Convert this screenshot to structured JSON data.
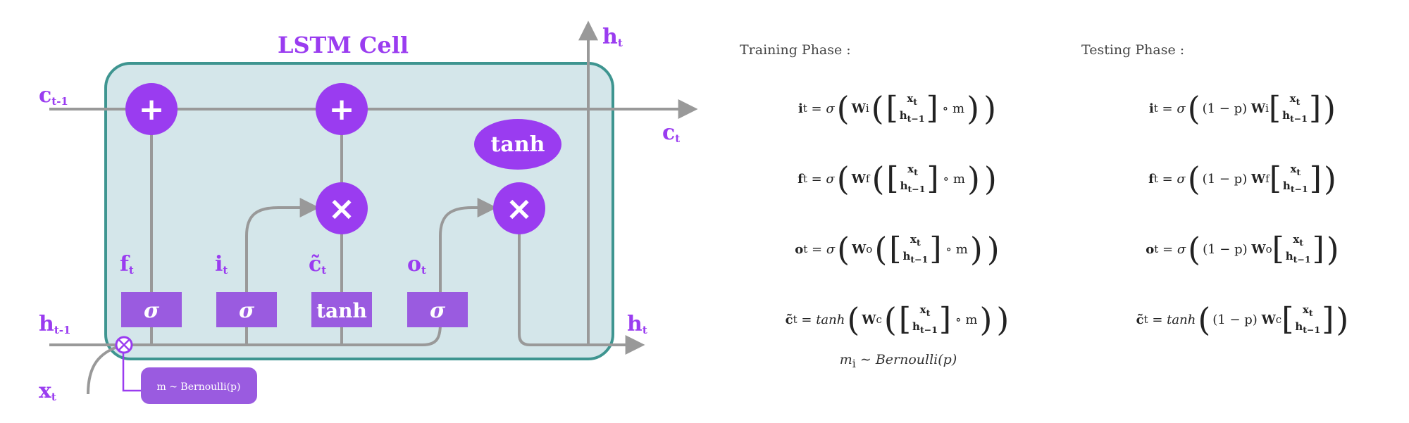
{
  "diagram": {
    "title": "LSTM Cell",
    "labels": {
      "c_prev": "c",
      "c_prev_sub": "t-1",
      "c_out": "c",
      "c_out_sub": "t",
      "h_top": "h",
      "h_top_sub": "t",
      "h_prev": "h",
      "h_prev_sub": "t-1",
      "h_out": "h",
      "h_out_sub": "t",
      "x": "x",
      "x_sub": "t",
      "f": "f",
      "f_sub": "t",
      "i": "i",
      "i_sub": "t",
      "c_tilde": "c̃",
      "c_tilde_sub": "t",
      "o": "o",
      "o_sub": "t"
    },
    "gates": [
      "σ",
      "σ",
      "tanh",
      "σ"
    ],
    "tanh_label": "tanh",
    "plus_symbol": "+",
    "times_symbol": "×",
    "mask_label": "m ~ Bernoulli(p)",
    "colors": {
      "cell_fill": "#d4e6ea",
      "cell_border": "#3e9590",
      "purple": "#9a3cf0",
      "gate_fill": "#9a5be0",
      "line": "#999999"
    }
  },
  "training": {
    "title": "Training Phase :",
    "equations": [
      {
        "lhs": "i",
        "sub": "t",
        "w": "i",
        "fn": "σ"
      },
      {
        "lhs": "f",
        "sub": "t",
        "w": "f",
        "fn": "σ"
      },
      {
        "lhs": "o",
        "sub": "t",
        "w": "o",
        "fn": "σ"
      },
      {
        "lhs": "c̃",
        "sub": "t",
        "w": "c",
        "fn": "tanh"
      }
    ],
    "vec_top": "x",
    "vec_top_sub": "t",
    "vec_bot": "h",
    "vec_bot_sub": "t−1",
    "mask_op": "∘ m",
    "bernoulli": {
      "var": "m",
      "sub": "i",
      "dist": "Bernoulli(p)"
    }
  },
  "testing": {
    "title": "Testing Phase :",
    "equations": [
      {
        "lhs": "i",
        "sub": "t",
        "w": "i",
        "fn": "σ"
      },
      {
        "lhs": "f",
        "sub": "t",
        "w": "f",
        "fn": "σ"
      },
      {
        "lhs": "o",
        "sub": "t",
        "w": "o",
        "fn": "σ"
      },
      {
        "lhs": "c̃",
        "sub": "t",
        "w": "c",
        "fn": "tanh"
      }
    ],
    "scale": "(1 − p)",
    "vec_top": "x",
    "vec_top_sub": "t",
    "vec_bot": "h",
    "vec_bot_sub": "t−1"
  }
}
